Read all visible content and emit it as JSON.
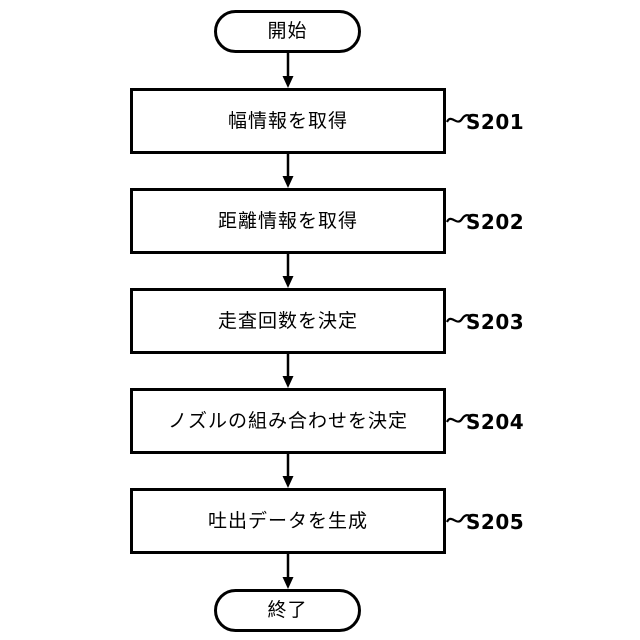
{
  "diagram": {
    "title": "",
    "type": "flowchart",
    "orientation": "top-to-bottom",
    "background_color": "#ffffff",
    "stroke_color": "#000000",
    "nodes": [
      {
        "id": "start",
        "shape": "terminal",
        "text": "開始",
        "ref": ""
      },
      {
        "id": "s201",
        "shape": "process",
        "text": "幅情報を取得",
        "ref": "S201"
      },
      {
        "id": "s202",
        "shape": "process",
        "text": "距離情報を取得",
        "ref": "S202"
      },
      {
        "id": "s203",
        "shape": "process",
        "text": "走査回数を決定",
        "ref": "S203"
      },
      {
        "id": "s204",
        "shape": "process",
        "text": "ノズルの組み合わせを決定",
        "ref": "S204"
      },
      {
        "id": "s205",
        "shape": "process",
        "text": "吐出データを生成",
        "ref": "S205"
      },
      {
        "id": "end",
        "shape": "terminal",
        "text": "終了",
        "ref": ""
      }
    ],
    "edges": [
      {
        "from": "start",
        "to": "s201",
        "arrow": "down"
      },
      {
        "from": "s201",
        "to": "s202",
        "arrow": "down"
      },
      {
        "from": "s202",
        "to": "s203",
        "arrow": "down"
      },
      {
        "from": "s203",
        "to": "s204",
        "arrow": "down"
      },
      {
        "from": "s204",
        "to": "s205",
        "arrow": "down"
      },
      {
        "from": "s205",
        "to": "end",
        "arrow": "down"
      }
    ]
  }
}
